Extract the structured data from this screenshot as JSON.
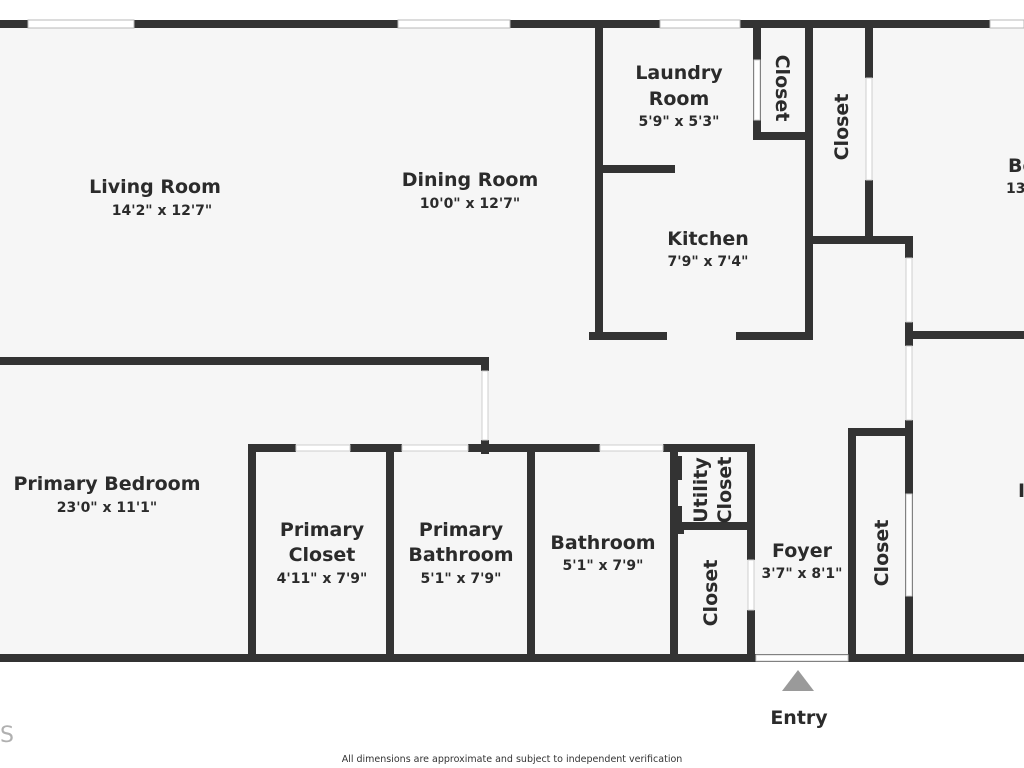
{
  "colors": {
    "floor": "#f6f6f6",
    "wall": "#333333",
    "text": "#2b2b2b",
    "arrow": "#9a9a9a"
  },
  "rooms": {
    "living": {
      "name": "Living Room",
      "dims": "14'2\" x 12'7\""
    },
    "dining": {
      "name": "Dining Room",
      "dims": "10'0\" x 12'7\""
    },
    "laundry": {
      "name_line1": "Laundry",
      "name_line2": "Room",
      "dims": "5'9\" x 5'3\""
    },
    "kitchen": {
      "name": "Kitchen",
      "dims": "7'9\" x 7'4\""
    },
    "bedroom_partial": {
      "name": "Be",
      "dims": "13"
    },
    "primary_bedroom": {
      "name": "Primary Bedroom",
      "dims": "23'0\" x 11'1\""
    },
    "primary_closet": {
      "name_line1": "Primary",
      "name_line2": "Closet",
      "dims": "4'11\" x 7'9\""
    },
    "primary_bathroom": {
      "name_line1": "Primary",
      "name_line2": "Bathroom",
      "dims": "5'1\" x 7'9\""
    },
    "bathroom": {
      "name": "Bathroom",
      "dims": "5'1\" x 7'9\""
    },
    "foyer": {
      "name": "Foyer",
      "dims": "3'7\" x 8'1\""
    },
    "utility_closet": {
      "name_line1": "Utility",
      "name_line2": "Closet"
    }
  },
  "closets": {
    "laundry_closet": "Closet",
    "upper_closet": "Closet",
    "hall_closet": "Closet",
    "foyer_closet": "Closet"
  },
  "entry": {
    "label": "Entry"
  },
  "partial_right": {
    "label": "I"
  },
  "watermark": {
    "text": "S"
  },
  "footer": {
    "disclaimer": "All dimensions are approximate and subject to independent verification"
  }
}
